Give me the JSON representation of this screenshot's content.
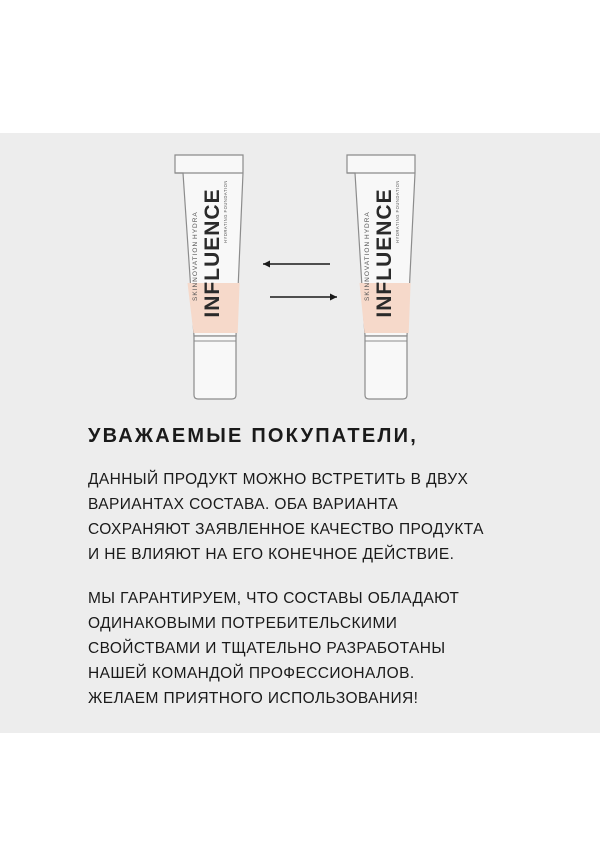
{
  "product": {
    "brand": "INFLUENCE",
    "line": "SKINNOVATION",
    "sub_line": "HYDRA",
    "product_name": "HYDRATING FOUNDATION"
  },
  "colors": {
    "background": "#ededed",
    "tube_outline": "#8c8c8c",
    "tube_fill": "#f8f8f8",
    "product_tint": "#f6d9ca",
    "text": "#1a1a1a"
  },
  "icons": [
    "arrow-left-icon",
    "arrow-right-icon"
  ],
  "notice": {
    "heading": "УВАЖАЕМЫЕ ПОКУПАТЕЛИ,",
    "paragraph_1": [
      "ДАННЫЙ ПРОДУКТ МОЖНО ВСТРЕТИТЬ В ДВУХ",
      "ВАРИАНТАХ СОСТАВА. ОБА ВАРИАНТА",
      "СОХРАНЯЮТ ЗАЯВЛЕННОЕ КАЧЕСТВО ПРОДУКТА",
      "И НЕ ВЛИЯЮТ НА ЕГО КОНЕЧНОЕ ДЕЙСТВИЕ."
    ],
    "paragraph_2": [
      "МЫ ГАРАНТИРУЕМ, ЧТО СОСТАВЫ ОБЛАДАЮТ",
      "ОДИНАКОВЫМИ ПОТРЕБИТЕЛЬСКИМИ",
      "СВОЙСТВАМИ И ТЩАТЕЛЬНО РАЗРАБОТАНЫ",
      "НАШЕЙ КОМАНДОЙ ПРОФЕССИОНАЛОВ.",
      "ЖЕЛАЕМ ПРИЯТНОГО ИСПОЛЬЗОВАНИЯ!"
    ]
  }
}
